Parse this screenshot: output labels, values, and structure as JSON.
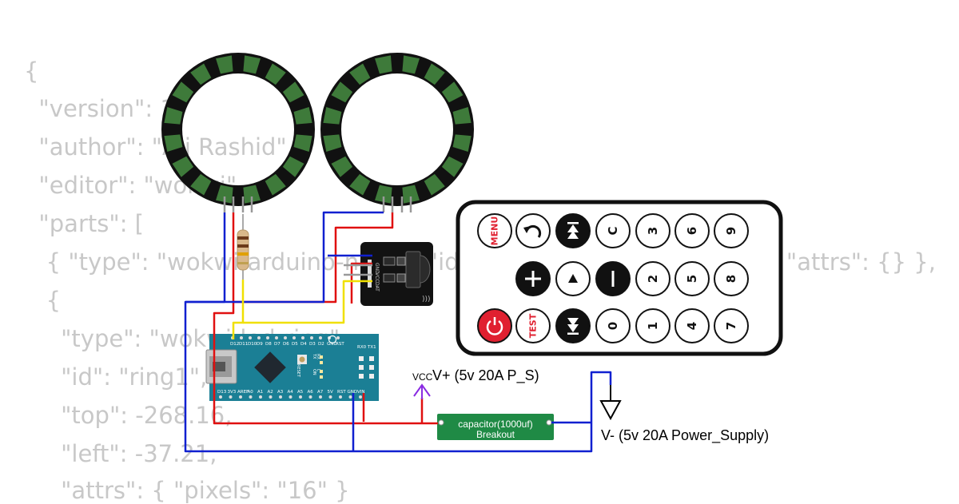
{
  "background_code": [
    "{",
    "  \"version\": 1,",
    "  \"author\": \"Ali Rashid\",",
    "  \"editor\": \"wokwi\",",
    "  \"parts\": [",
    "   { \"type\": \"wokwi-arduino-nano\", \"id\": \"nano\", \"top\": 0, \"left\": 0, \"attrs\": {} },",
    "   {",
    "     \"type\": \"wokwi-led-ring\",",
    "     \"id\": \"ring1\",",
    "     \"top\": -268.16,",
    "     \"left\": -37.21,",
    "     \"attrs\": { \"pixels\": \"16\" }"
  ],
  "ir_receiver": {
    "pins": [
      "GND",
      "VCC",
      "DAT"
    ]
  },
  "arduino": {
    "top_pins": [
      "D12",
      "D11",
      "D10",
      "D9",
      "D8",
      "D7",
      "D6",
      "D5",
      "D4",
      "D3",
      "D2",
      "GND",
      "RST"
    ],
    "top_right_pins": [
      "RX0",
      "TX1"
    ],
    "bottom_pins": [
      "D13",
      "3V3",
      "AREF",
      "A0",
      "A1",
      "A2",
      "A3",
      "A4",
      "A5",
      "A6",
      "A7",
      "5V",
      "RST",
      "GND",
      "VIN"
    ],
    "leds": [
      "TX",
      "RX",
      "ON",
      "L"
    ],
    "reset_label": "RESET"
  },
  "remote": {
    "rows": [
      [
        "MENU",
        "undo-icon",
        "prev-icon",
        "C",
        "3",
        "6",
        "9"
      ],
      [
        "",
        "+",
        "play-icon",
        "−",
        "2",
        "5",
        "8"
      ],
      [
        "power-icon",
        "TEST",
        "next-icon",
        "0",
        "1",
        "4",
        "7"
      ]
    ]
  },
  "vcc": {
    "symbol": "VCC",
    "label": "V+ (5v 20A P_S)"
  },
  "ground": {
    "label": "V- (5v 20A Power_Supply)"
  },
  "capacitor": {
    "line1": "capacitor(1000uf)",
    "line2": "Breakout"
  },
  "colors": {
    "ring_body": "#111111",
    "ring_led": "#3e7a3a",
    "nano_board": "#1b7f95",
    "capacitor": "#1f8a45",
    "wire_red": "#e01010",
    "wire_blue": "#1020d0",
    "wire_yellow": "#f0e000",
    "vcc_purple": "#8a2be2"
  }
}
